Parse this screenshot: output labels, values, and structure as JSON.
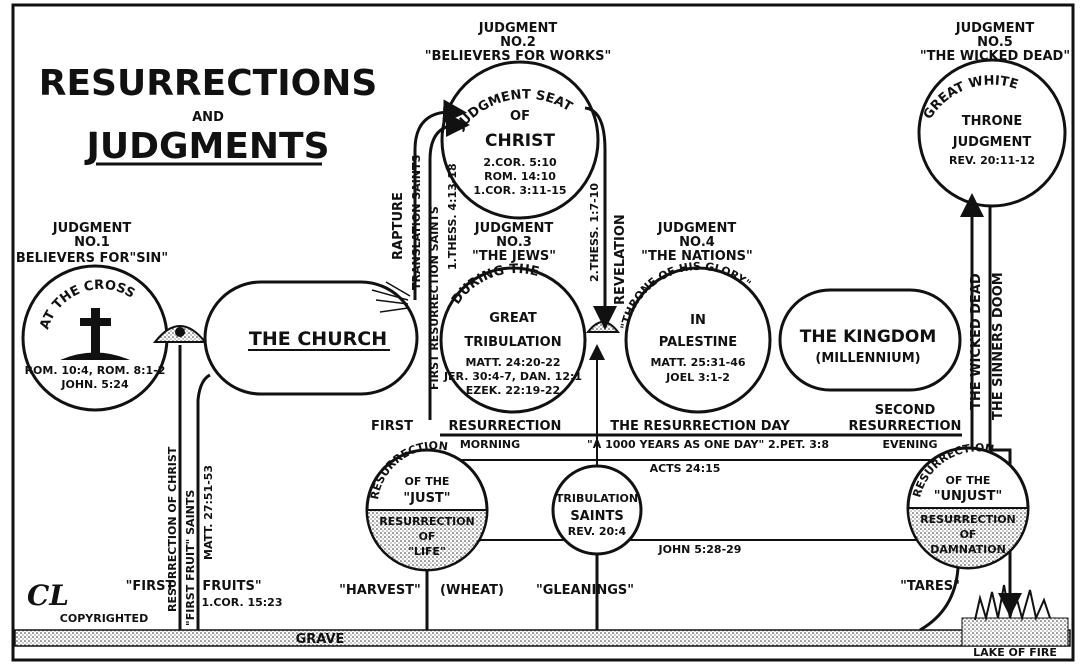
{
  "title": {
    "line1": "RESURRECTIONS",
    "line2": "AND",
    "line3": "JUDGMENTS"
  },
  "judgment1": {
    "head": "JUDGMENT",
    "no": "NO.1",
    "desc": "BELIEVERS FOR\"SIN\"",
    "circle_title": "AT THE CROSS",
    "refs1": "ROM. 10:4, ROM. 8:1-2",
    "refs2": "JOHN. 5:24"
  },
  "judgment2": {
    "head": "JUDGMENT",
    "no": "NO.2",
    "desc": "\"BELIEVERS FOR WORKS\"",
    "circle_line1": "JUDGMENT SEAT",
    "circle_line2": "OF",
    "circle_line3": "CHRIST",
    "ref1": "2.COR. 5:10",
    "ref2": "ROM. 14:10",
    "ref3": "1.COR. 3:11-15"
  },
  "judgment3": {
    "head": "JUDGMENT",
    "no": "NO.3",
    "desc": "\"THE JEWS\"",
    "circle_line1": "DURING THE",
    "circle_line2": "GREAT",
    "circle_line3": "TRIBULATION",
    "ref1": "MATT. 24:20-22",
    "ref2": "JER. 30:4-7, DAN. 12:1",
    "ref3": "EZEK. 22:19-22"
  },
  "judgment4": {
    "head": "JUDGMENT",
    "no": "NO.4",
    "desc": "\"THE NATIONS\"",
    "circle_line1": "\"THRONE OF HIS GLORY\"",
    "circle_line2": "IN",
    "circle_line3": "PALESTINE",
    "ref1": "MATT. 25:31-46",
    "ref2": "JOEL 3:1-2"
  },
  "judgment5": {
    "head": "JUDGMENT",
    "no": "NO.5",
    "desc": "\"THE WICKED DEAD\"",
    "circle_line1": "GREAT WHITE",
    "circle_line2": "THRONE",
    "circle_line3": "JUDGMENT",
    "ref1": "REV. 20:11-12"
  },
  "church": "THE CHURCH",
  "kingdom": {
    "line1": "THE KINGDOM",
    "line2": "(MILLENNIUM)"
  },
  "vertical": {
    "rapture": "RAPTURE",
    "translation": "TRANSLATION SAINTS",
    "first_res_saints": "FIRST RESURRECTION SAINTS",
    "thess1": "1.THESS. 4:13-18",
    "thess2": "2.THESS. 1:7-10",
    "revelation": "REVELATION",
    "res_christ": "RESURRECTION OF CHRIST",
    "first_fruit_saints": "\"FIRST FRUIT\" SAINTS",
    "matt": "MATT. 27:51-53",
    "wicked_dead": "THE WICKED DEAD",
    "sinners_doom": "THE SINNERS DOOM"
  },
  "timeline": {
    "first": "FIRST",
    "resurrection": "RESURRECTION",
    "res_day": "THE RESURRECTION DAY",
    "second": "SECOND",
    "resurrection2": "RESURRECTION",
    "morning": "MORNING",
    "thousand": "\"A 1000 YEARS AS ONE DAY\" 2.PET. 3:8",
    "evening": "EVENING",
    "acts": "ACTS 24:15",
    "john": "JOHN 5:28-29"
  },
  "just": {
    "arc": "RESURRECTION",
    "of_the": "OF THE",
    "name": "\"JUST\"",
    "low1": "RESURRECTION",
    "low2": "OF",
    "low3": "\"LIFE\""
  },
  "unjust": {
    "arc": "RESURRECTION",
    "of_the": "OF THE",
    "name": "\"UNJUST\"",
    "low1": "RESURRECTION",
    "low2": "OF",
    "low3": "DAMNATION"
  },
  "trib_saints": {
    "line1": "TRIBULATION",
    "line2": "SAINTS",
    "ref": "REV. 20:4"
  },
  "bottom": {
    "first_fruits": "\"FIRST",
    "fruits": "FRUITS\"",
    "cor": "1.COR. 15:23",
    "harvest": "\"HARVEST\"",
    "wheat": "(WHEAT)",
    "gleanings": "\"GLEANINGS\"",
    "tares": "\"TARES\"",
    "copyright": "COPYRIGHTED",
    "grave": "GRAVE",
    "lake": "LAKE OF FIRE",
    "logo": "CL"
  }
}
